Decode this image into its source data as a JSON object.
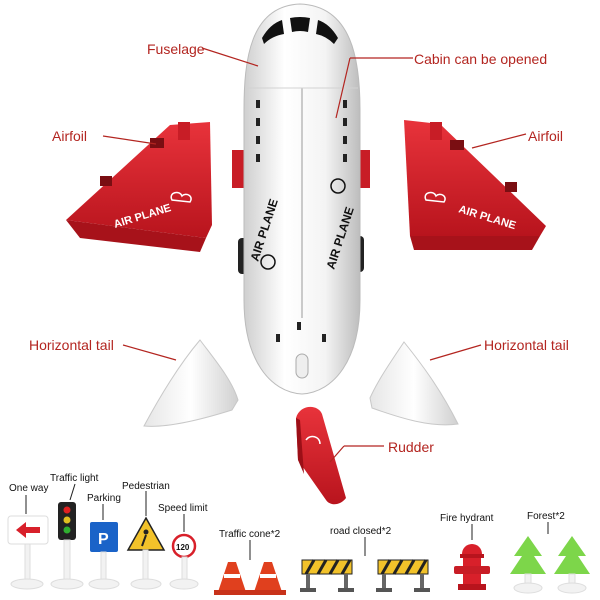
{
  "callouts": {
    "fuselage": "Fuselage",
    "cabin": "Cabin can be opened",
    "airfoil_left": "Airfoil",
    "airfoil_right": "Airfoil",
    "htail_left": "Horizontal tail",
    "htail_right": "Horizontal tail",
    "rudder": "Rudder"
  },
  "decals": {
    "wing_text": "AIR PLANE",
    "body_text": "AIR PLANE",
    "sign_speed": "120",
    "sign_parking": "P"
  },
  "accessories": {
    "one_way": "One way",
    "traffic_light": "Traffic light",
    "parking": "Parking",
    "pedestrian": "Pedestrian",
    "speed_limit": "Speed limit",
    "traffic_cone": "Traffic cone*2",
    "road_closed": "road closed*2",
    "fire_hydrant": "Fire hydrant",
    "forest": "Forest*2"
  },
  "colors": {
    "accent": "#b32520",
    "toy_red": "#d8202a",
    "toy_white": "#ffffff"
  }
}
